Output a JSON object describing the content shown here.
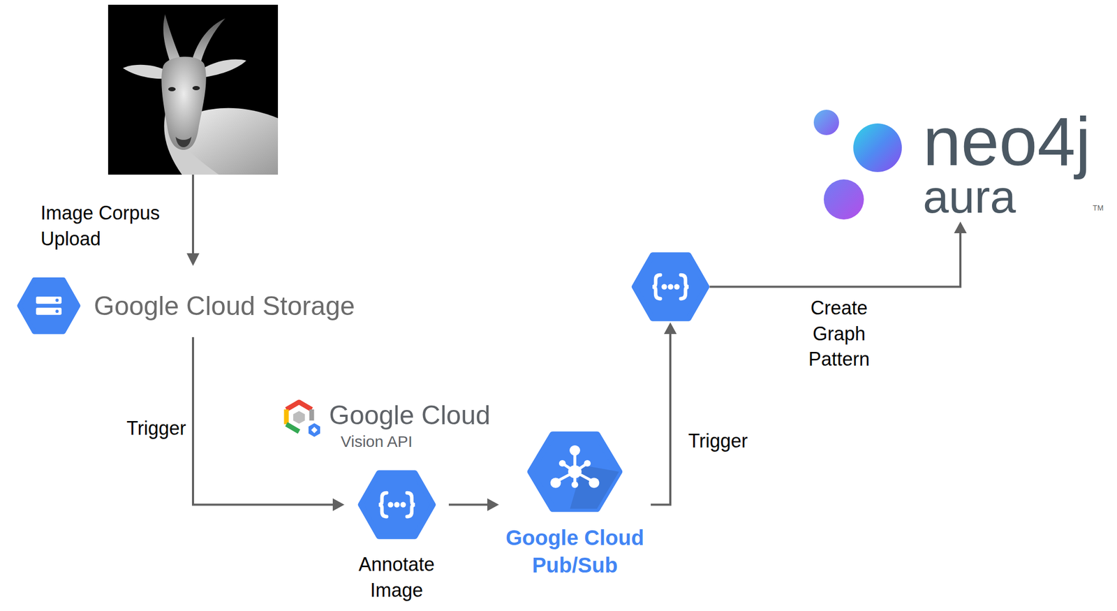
{
  "diagram": {
    "nodes": [
      {
        "text": [
          "Google Cloud Storage"
        ]
      },
      {
        "text": [
          "Annotate Image"
        ]
      },
      {
        "text": [
          "Google Cloud Pub/Sub"
        ]
      },
      {
        "text": []
      },
      {
        "text": [
          "neo4j",
          "aura"
        ]
      }
    ],
    "edges": [
      {
        "from": 0,
        "to": 1,
        "arrow": "to",
        "label": "Trigger"
      },
      {
        "from": 1,
        "to": 2,
        "arrow": "to"
      },
      {
        "from": 2,
        "to": 3,
        "arrow": "to",
        "label": "Trigger"
      },
      {
        "from": 3,
        "to": 4,
        "arrow": "to",
        "label": "Create Graph Pattern"
      }
    ],
    "labels": [
      "Image Corpus Upload",
      "Google Cloud",
      "Vision API",
      "TM"
    ]
  }
}
